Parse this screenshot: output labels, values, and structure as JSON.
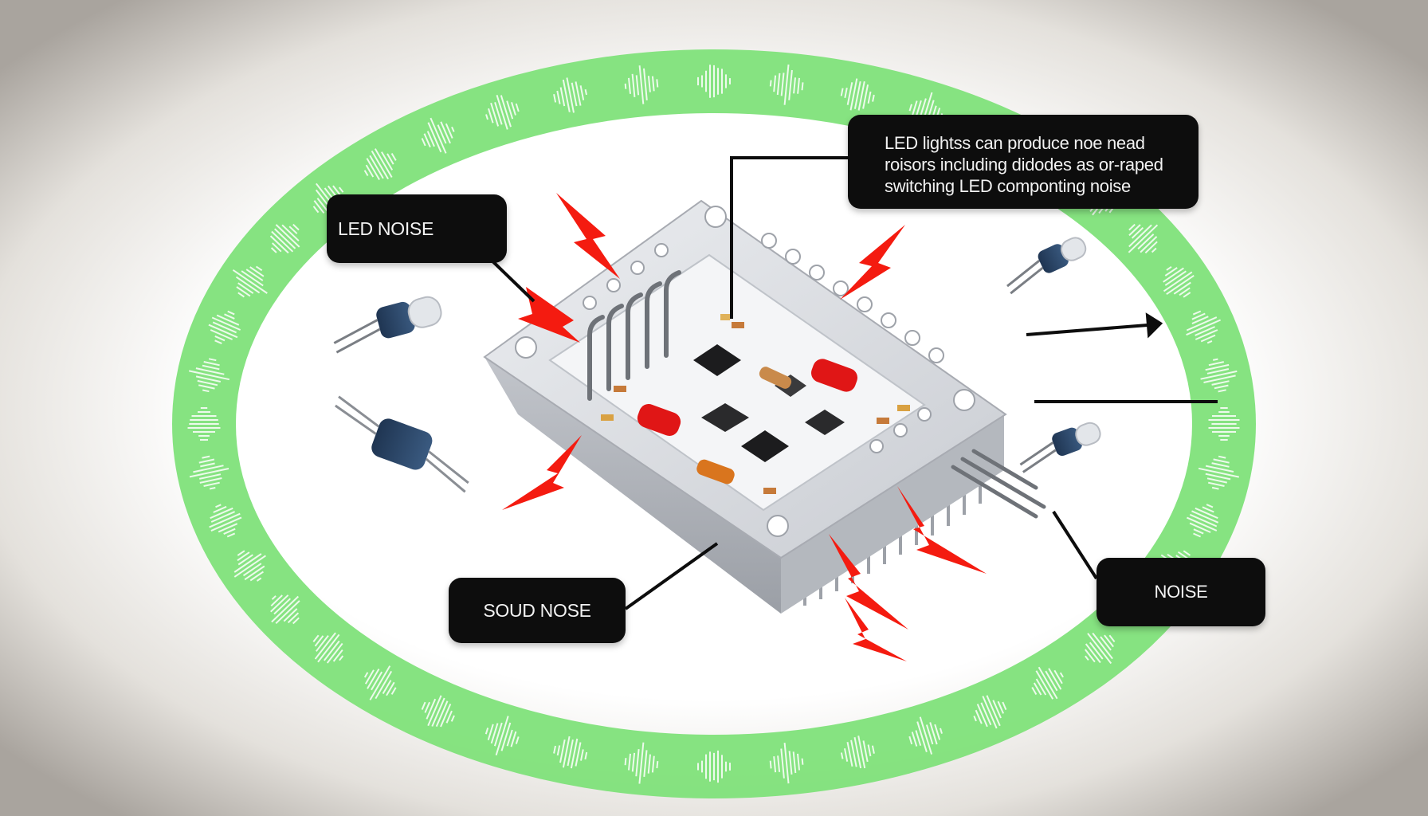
{
  "callouts": {
    "led_noise": "LED NOISE",
    "main_lines": [
      "LED lightss can produce noe nead",
      "roisors including didodes as or-raped",
      "switching LED componting noise"
    ],
    "sound_noise": "SOUD NOSE",
    "noise": "NOISE"
  },
  "colors": {
    "ring_green": "#7fe27a",
    "spark_red": "#f41b10",
    "callout_bg": "#0d0d0d",
    "board_grey": "#d7d9de",
    "pcb_white": "#f4f5f7"
  },
  "icons": [
    "led-icon",
    "spark-icon",
    "resistor-icon",
    "chip-icon",
    "heatsink-icon",
    "arrow-icon"
  ]
}
